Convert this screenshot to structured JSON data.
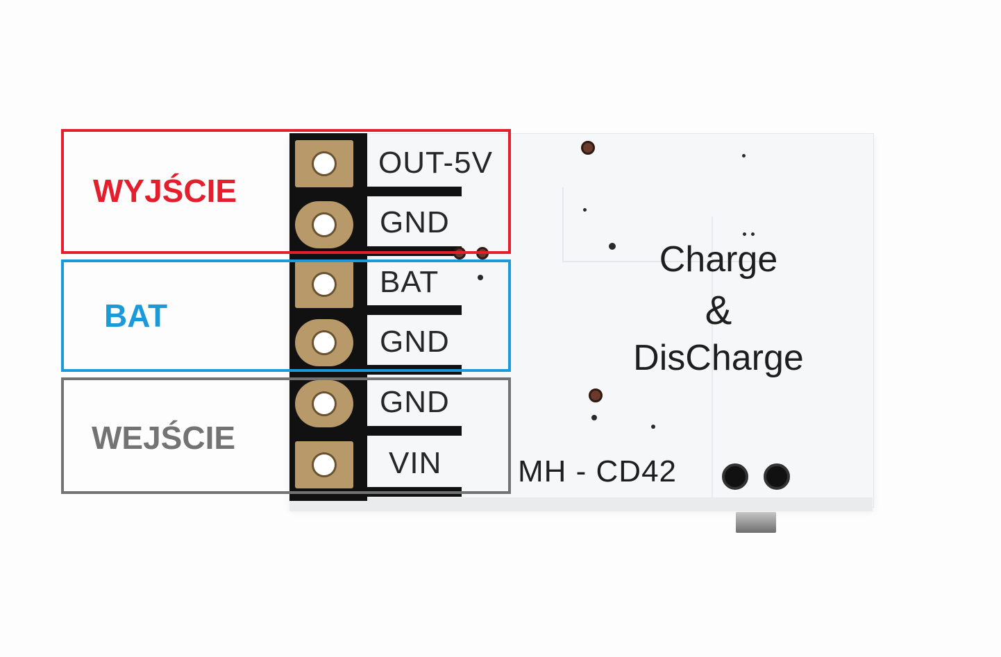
{
  "groups": [
    {
      "label": "WYJŚCIE",
      "color": "#e41e2d"
    },
    {
      "label": "BAT",
      "color": "#1a9ad9"
    },
    {
      "label": "WEJŚCIE",
      "color": "#737373"
    }
  ],
  "pins": [
    "OUT-5V",
    "GND",
    "BAT",
    "GND",
    "GND",
    "VIN"
  ],
  "board": {
    "title_line1": "Charge",
    "title_amp": "&",
    "title_line2": "DisCharge",
    "model": "MH - CD42"
  }
}
